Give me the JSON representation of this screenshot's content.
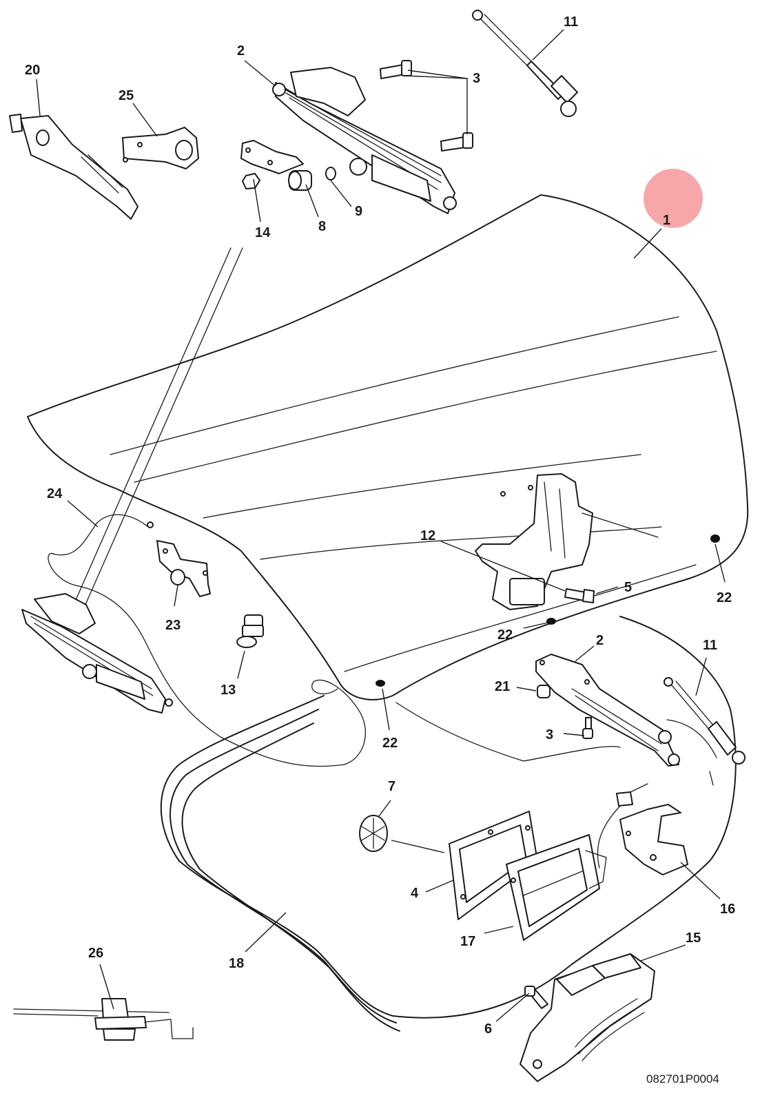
{
  "diagram": {
    "reference_code": "082701P0004",
    "highlight_color": "#f7a7a9",
    "callouts": [
      {
        "id": "c1",
        "label": "1",
        "part": "trunk-lid-panel"
      },
      {
        "id": "c2a",
        "label": "2",
        "part": "hinge-left"
      },
      {
        "id": "c2b",
        "label": "2",
        "part": "hinge-right"
      },
      {
        "id": "c3a",
        "label": "3",
        "part": "hinge-bolt"
      },
      {
        "id": "c3b",
        "label": "3",
        "part": "hinge-bolt"
      },
      {
        "id": "c4",
        "label": "4",
        "part": "lock-cover-gasket"
      },
      {
        "id": "c5",
        "label": "5",
        "part": "latch-bolt"
      },
      {
        "id": "c6",
        "label": "6",
        "part": "striker-bolt"
      },
      {
        "id": "c7",
        "label": "7",
        "part": "grommet"
      },
      {
        "id": "c8",
        "label": "8",
        "part": "bushing"
      },
      {
        "id": "c9",
        "label": "9",
        "part": "washer"
      },
      {
        "id": "c11a",
        "label": "11",
        "part": "gas-strut"
      },
      {
        "id": "c11b",
        "label": "11",
        "part": "gas-strut"
      },
      {
        "id": "c12",
        "label": "12",
        "part": "latch-bracket"
      },
      {
        "id": "c13",
        "label": "13",
        "part": "lamp-switch"
      },
      {
        "id": "c14",
        "label": "14",
        "part": "nut"
      },
      {
        "id": "c15",
        "label": "15",
        "part": "striker-assembly"
      },
      {
        "id": "c16",
        "label": "16",
        "part": "support-bracket"
      },
      {
        "id": "c17",
        "label": "17",
        "part": "lock-actuator"
      },
      {
        "id": "c18",
        "label": "18",
        "part": "weatherstrip"
      },
      {
        "id": "c20",
        "label": "20",
        "part": "torsion-arm"
      },
      {
        "id": "c21",
        "label": "21",
        "part": "bumper-stop"
      },
      {
        "id": "c22a",
        "label": "22",
        "part": "plug"
      },
      {
        "id": "c22b",
        "label": "22",
        "part": "plug"
      },
      {
        "id": "c22c",
        "label": "22",
        "part": "plug"
      },
      {
        "id": "c23",
        "label": "23",
        "part": "cable-guide"
      },
      {
        "id": "c24",
        "label": "24",
        "part": "release-cable"
      },
      {
        "id": "c25",
        "label": "25",
        "part": "mounting-plate"
      },
      {
        "id": "c26",
        "label": "26",
        "part": "clip"
      }
    ]
  }
}
